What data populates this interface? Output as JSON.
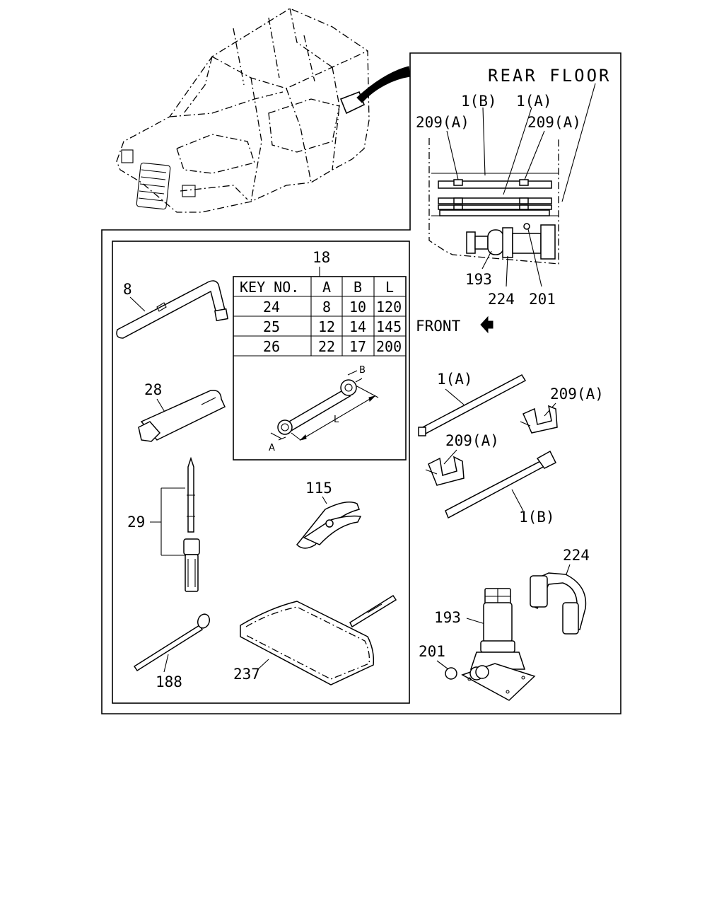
{
  "diagram": {
    "labels": {
      "rear_floor": "REAR FLOOR",
      "front": "FRONT",
      "part_1b_top": "1(B)",
      "part_1a_top": "1(A)",
      "part_209a_top_left": "209(A)",
      "part_209a_top_right": "209(A)",
      "part_193_top": "193",
      "part_224_top": "224",
      "part_201_top": "201",
      "part_18": "18",
      "part_8": "8",
      "part_28": "28",
      "part_29": "29",
      "part_115": "115",
      "part_188": "188",
      "part_237": "237",
      "part_1a_right": "1(A)",
      "part_209a_right_1": "209(A)",
      "part_209a_right_2": "209(A)",
      "part_1b_right": "1(B)",
      "part_224_right": "224",
      "part_193_right": "193",
      "part_201_right": "201",
      "dim_a": "A",
      "dim_b": "B",
      "dim_l": "L"
    },
    "wrench_table": {
      "headers": [
        "KEY NO.",
        "A",
        "B",
        "L"
      ],
      "rows": [
        [
          "24",
          "8",
          "10",
          "120"
        ],
        [
          "25",
          "12",
          "14",
          "145"
        ],
        [
          "26",
          "22",
          "17",
          "200"
        ]
      ]
    }
  }
}
